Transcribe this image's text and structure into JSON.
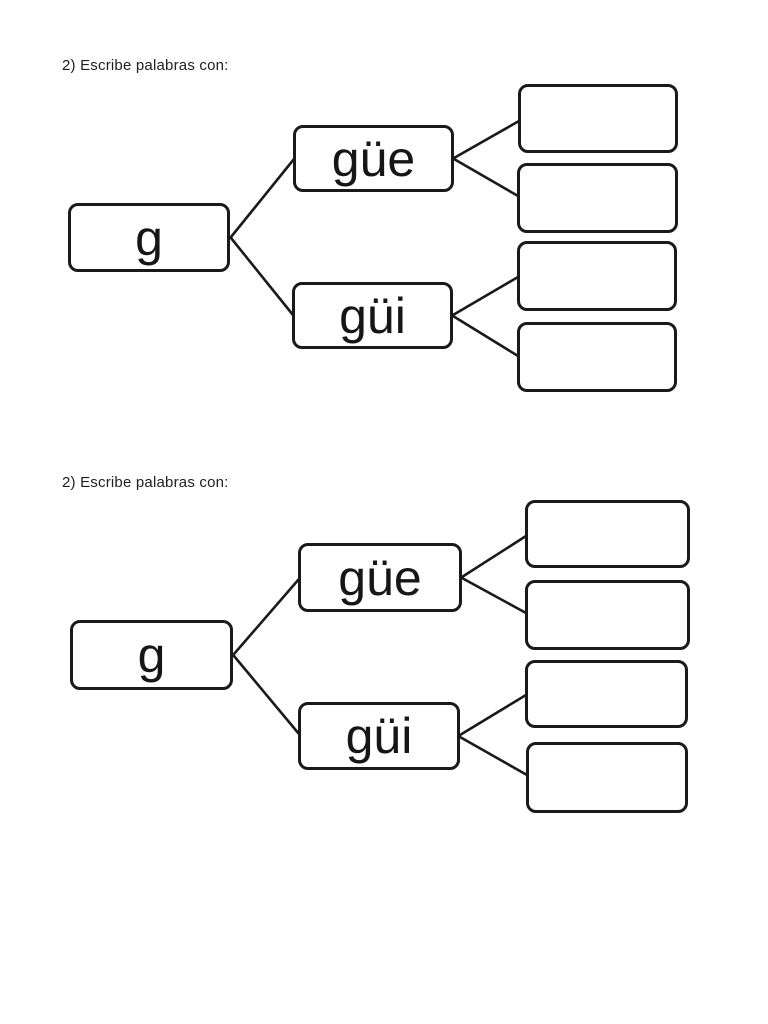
{
  "page": {
    "background_color": "#ffffff",
    "ink_color": "#1a1a1a"
  },
  "worksheet": {
    "sections": [
      {
        "prompt": "2) Escribe palabras con:",
        "root": "g",
        "branches": [
          {
            "label": "güe",
            "answers": [
              "",
              ""
            ]
          },
          {
            "label": "güi",
            "answers": [
              "",
              ""
            ]
          }
        ]
      },
      {
        "prompt": "2) Escribe palabras con:",
        "root": "g",
        "branches": [
          {
            "label": "güe",
            "answers": [
              "",
              ""
            ]
          },
          {
            "label": "güi",
            "answers": [
              "",
              ""
            ]
          }
        ]
      }
    ]
  }
}
